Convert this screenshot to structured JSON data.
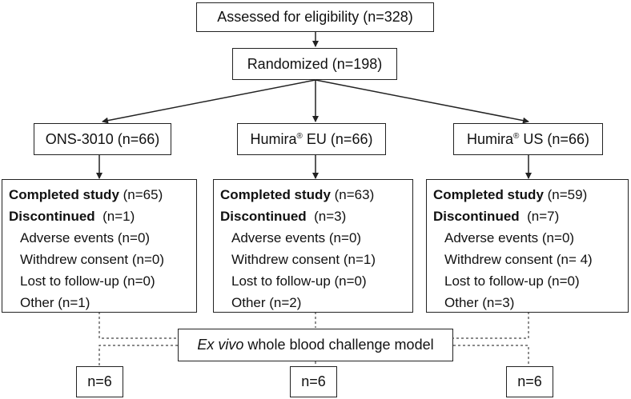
{
  "top": {
    "assessed": "Assessed for eligibility (n=328)",
    "randomized": "Randomized (n=198)"
  },
  "arms": [
    {
      "name_main": "ONS-3010",
      "name_sup": "",
      "name_rest": " (n=66)",
      "completed_label": "Completed study",
      "completed_n": " (n=65)",
      "discontinued_label": "Discontinued",
      "discontinued_n": "  (n=1)",
      "reasons": [
        "Adverse events (n=0)",
        "Withdrew consent (n=0)",
        "Lost to follow-up (n=0)",
        "Other (n=1)"
      ],
      "subset_n": "n=6"
    },
    {
      "name_main": "Humira",
      "name_sup": "®",
      "name_rest": " EU (n=66)",
      "completed_label": "Completed study",
      "completed_n": " (n=63)",
      "discontinued_label": "Discontinued",
      "discontinued_n": "  (n=3)",
      "reasons": [
        "Adverse events (n=0)",
        "Withdrew consent (n=1)",
        "Lost to follow-up (n=0)",
        "Other (n=2)"
      ],
      "subset_n": "n=6"
    },
    {
      "name_main": "Humira",
      "name_sup": "®",
      "name_rest": " US (n=66)",
      "completed_label": "Completed study",
      "completed_n": " (n=59)",
      "discontinued_label": "Discontinued",
      "discontinued_n": "  (n=7)",
      "reasons": [
        "Adverse events (n=0)",
        "Withdrew consent (n= 4)",
        "Lost to follow-up (n=0)",
        "Other (n=3)"
      ],
      "subset_n": "n=6"
    }
  ],
  "challenge": {
    "italic": "Ex vivo",
    "rest": " whole blood challenge model"
  }
}
